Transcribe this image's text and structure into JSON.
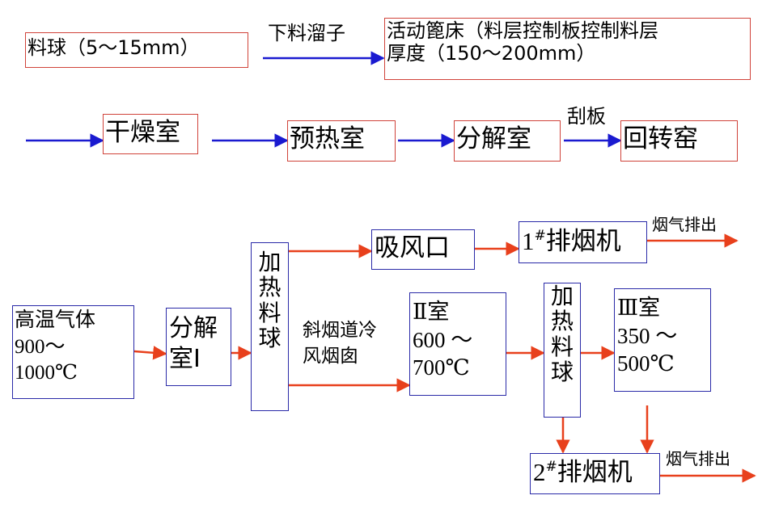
{
  "top": {
    "feed_ball": "料球（5～15mm）",
    "chute_label": "下料溜子",
    "grate_line1": "活动篦床（料层控制板控制料层",
    "grate_line2": "厚度（150～200mm）",
    "drying": "干燥室",
    "preheat": "预热室",
    "decompose": "分解室",
    "scraper_label": "刮板",
    "kiln": "回转窑"
  },
  "bottom": {
    "hot_gas_line1": "高温气体",
    "hot_gas_line2": "900～",
    "hot_gas_line3": "1000℃",
    "decomp1_line1": "分解",
    "decomp1_line2": "室Ⅰ",
    "heat_ball1_chars": [
      "加",
      "热",
      "料",
      "球"
    ],
    "suction": "吸风口",
    "fan1_prefix": "1",
    "fan1_sup": "#",
    "fan1_text": "排烟机",
    "exhaust1": "烟气排出",
    "flue_line1": "斜烟道冷",
    "flue_line2": "风烟囱",
    "room2_line1": "Ⅱ室",
    "room2_line2": "600 ～",
    "room2_line3": "700℃",
    "heat_ball2_chars": [
      "加",
      "热",
      "料",
      "球"
    ],
    "room3_line1": "Ⅲ室",
    "room3_line2": "350 ～",
    "room3_line3": "500℃",
    "fan2_prefix": "2",
    "fan2_sup": "#",
    "fan2_text": "排烟机",
    "exhaust2": "烟气排出"
  },
  "colors": {
    "flow_blue": "#1a1ad0",
    "flow_red": "#e8401c",
    "box_red": "#d0433a",
    "box_blue": "#2a2aa8"
  }
}
